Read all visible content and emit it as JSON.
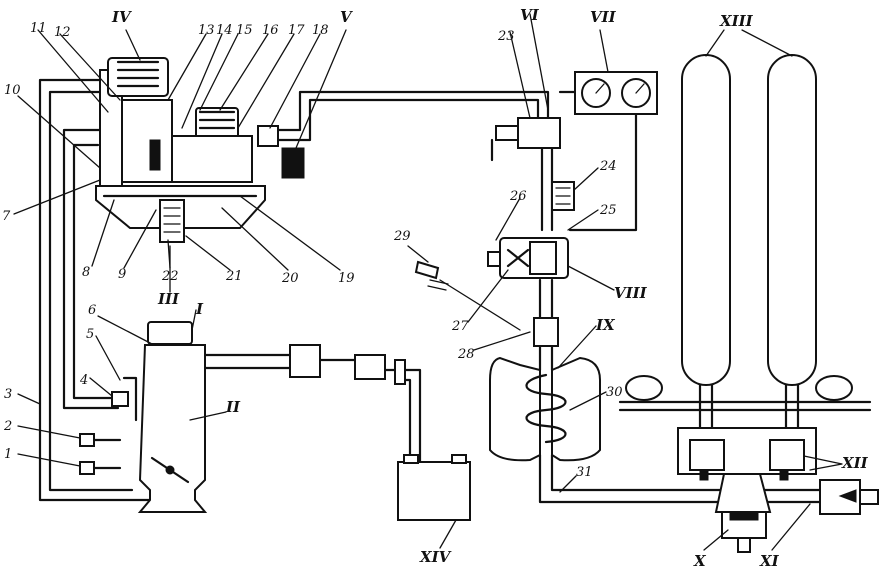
{
  "labels": {
    "roman": [
      "I",
      "II",
      "III",
      "IV",
      "V",
      "VI",
      "VII",
      "VIII",
      "IX",
      "X",
      "XI",
      "XII",
      "XIII",
      "XIV"
    ],
    "numbers": [
      "1",
      "2",
      "3",
      "4",
      "5",
      "6",
      "7",
      "8",
      "9",
      "10",
      "11",
      "12",
      "13",
      "14",
      "15",
      "16",
      "17",
      "18",
      "19",
      "20",
      "21",
      "22",
      "23",
      "24",
      "25",
      "26",
      "27",
      "28",
      "29",
      "30",
      "31"
    ]
  },
  "components": [
    {
      "id": "mixer",
      "label": "I"
    },
    {
      "id": "engine-intake",
      "label": "II"
    },
    {
      "id": "reducer-second-stage",
      "label": "III"
    },
    {
      "id": "reducer-first-stage",
      "label": "IV"
    },
    {
      "id": "filter",
      "label": "V"
    },
    {
      "id": "main-valve",
      "label": "VI"
    },
    {
      "id": "manometers",
      "label": "VII"
    },
    {
      "id": "solenoid-valve",
      "label": "VIII"
    },
    {
      "id": "evaporator",
      "label": "IX"
    },
    {
      "id": "flow-valve",
      "label": "X"
    },
    {
      "id": "filling-valve",
      "label": "XI"
    },
    {
      "id": "cylinder-valves",
      "label": "XII"
    },
    {
      "id": "gas-cylinders",
      "label": "XIII"
    },
    {
      "id": "battery",
      "label": "XIV"
    }
  ]
}
